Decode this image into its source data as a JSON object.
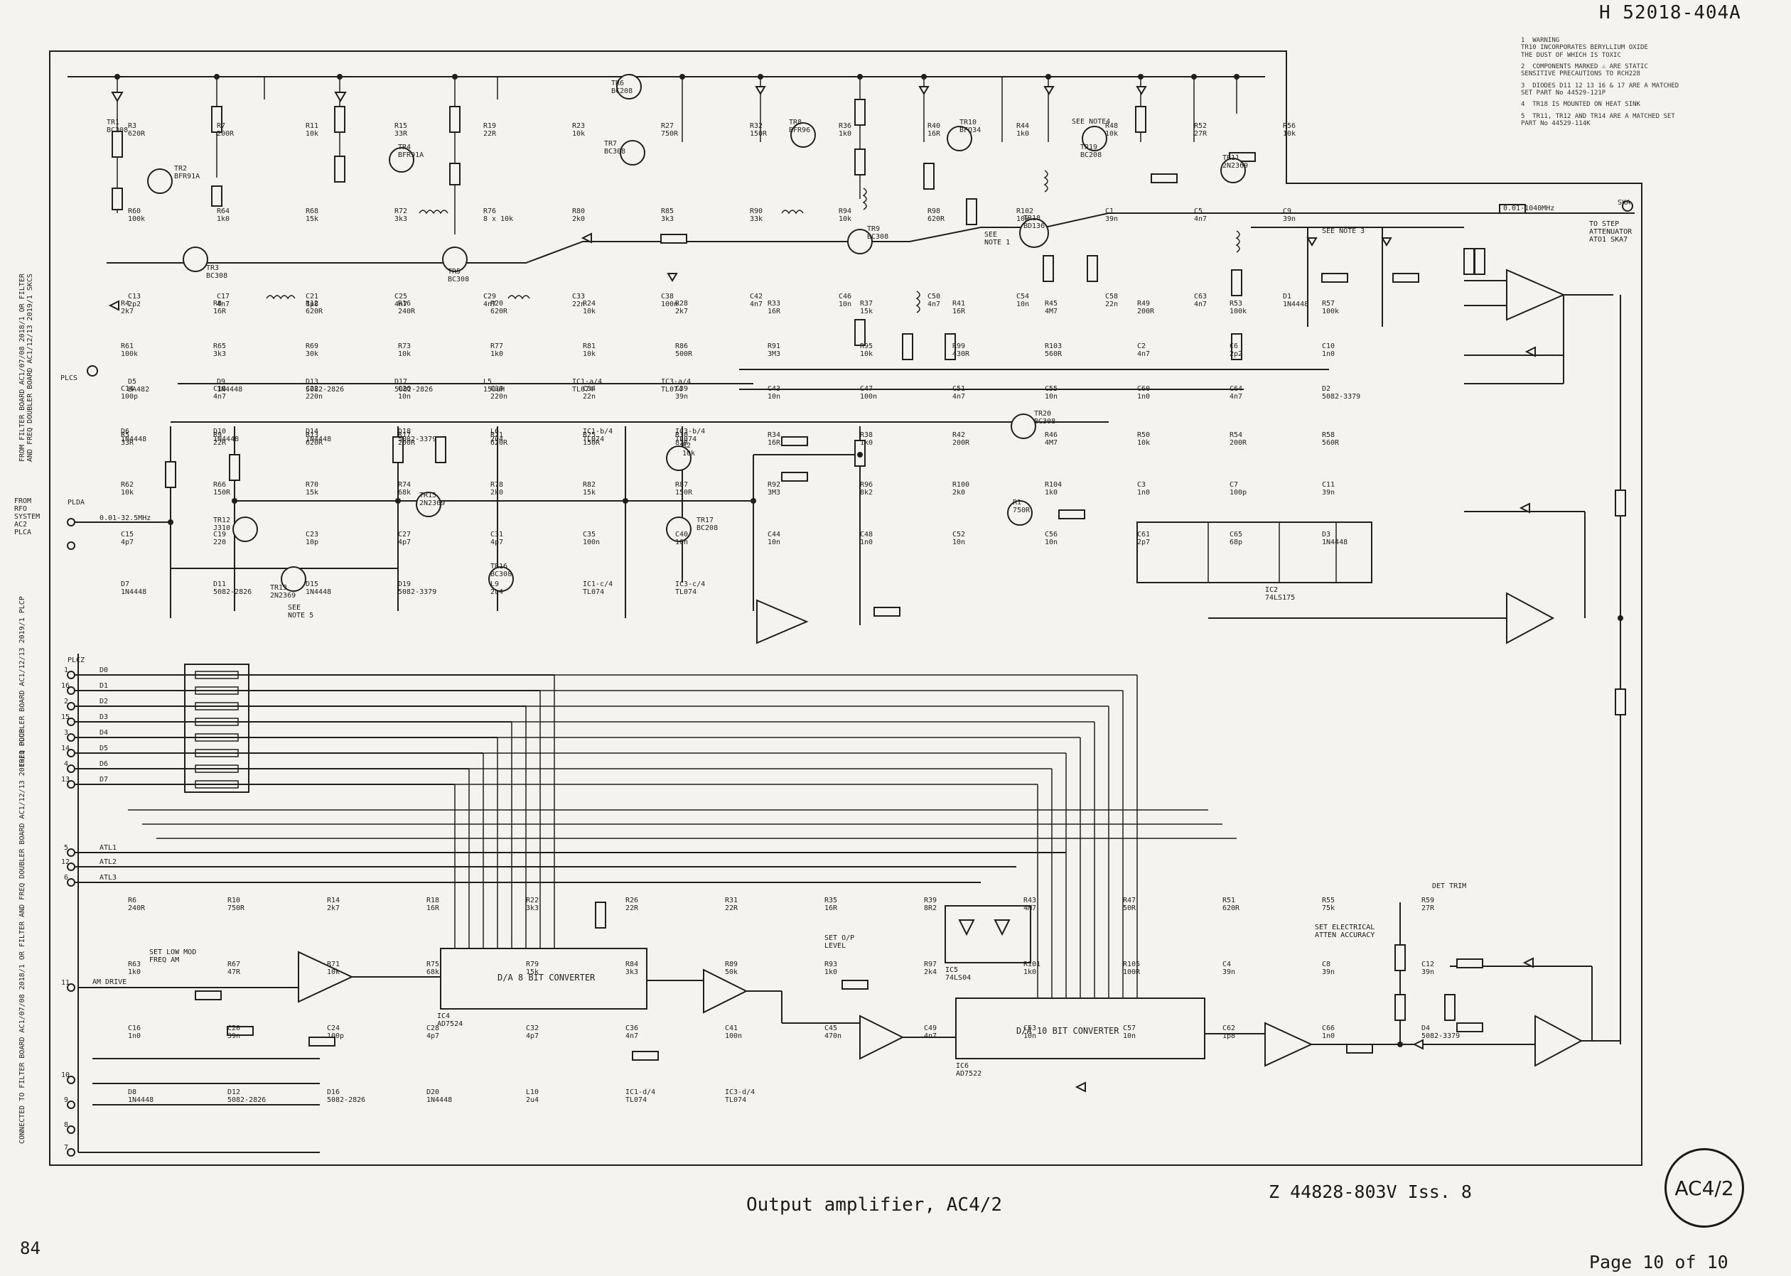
{
  "header": {
    "doc_number": "H 52018-404A"
  },
  "footer": {
    "caption": "Output amplifier, AC4/2",
    "drawing_ref": "Z 44828-803V Iss. 8",
    "page_number": "84",
    "page_of": "Page 10 of 10",
    "badge": "AC4/2"
  },
  "notes": [
    "1  WARNING\nTR10 INCORPORATES BERYLLIUM OXIDE\nTHE DUST OF WHICH IS TOXIC",
    "2  COMPONENTS MARKED ⚠ ARE STATIC\nSENSITIVE PRECAUTIONS TO RCH228",
    "3  DIODES D11 12 13 16 & 17 ARE A MATCHED\nSET PART No 44529-121P",
    "4  TR18 IS MOUNTED ON HEAT SINK",
    "5  TR11, TR12 AND TR14 ARE A MATCHED SET\nPART No 44529-114K"
  ],
  "side_labels": {
    "upper": "FROM FILTER BOARD AC1/07/08 2018/1 OR FILTER\nAND FREQ DOUBLER BOARD AC1/12/13 2019/1 SKCS",
    "rfo": "FROM\nRFO\nSYSTEM\nAC2\nPLCA",
    "plcz": "FREQ DOUBLER BOARD AC1/12/13 2019/1 PLCP",
    "lower": "CONNECTED TO FILTER BOARD AC1/07/08 2018/1 OR FILTER AND FREQ DOUBLER BOARD AC1/12/13 2019/1 PLCP"
  },
  "blocks": {
    "dac8": "D/A 8 BIT CONVERTER",
    "dac10": "D/A 10 BIT CONVERTER",
    "ic4": "IC4\nAD7524",
    "ic6": "IC6\nAD7522",
    "ic5": "IC5\n74LS04",
    "ic2": "IC2\n74LS175"
  },
  "terminals": {
    "plcz": "PLCZ",
    "plda": "PLDA",
    "plcs": "PLCS",
    "am_drive": "AM DRIVE",
    "sk_a": "SKA",
    "step_atten": "TO STEP\nATTENUATOR\nATO1 SKA7",
    "out_freq": "0.01-1040MHz",
    "in_freq": "0.01-32.5MHz",
    "data_lines": [
      "D0",
      "D1",
      "D2",
      "D3",
      "D4",
      "D5",
      "D6",
      "D7"
    ],
    "data_pins": [
      "1",
      "16",
      "2",
      "15",
      "3",
      "14",
      "4",
      "13"
    ],
    "atl_lines": [
      "ATL1",
      "ATL2",
      "ATL3"
    ],
    "atl_pins": [
      "5",
      "12",
      "6"
    ],
    "power_pins": [
      "11",
      "10",
      "9",
      "8",
      "7"
    ]
  },
  "annotations": {
    "set_low_mod": "SET LOW MOD\nFREQ AM",
    "set_dp_level": "SET O/P\nLEVEL",
    "set_elec_atten": "SET ELECTRICAL\nATTEN ACCURACY",
    "det_trim": "DET TRIM",
    "see_note_1": "SEE\nNOTE 1",
    "see_note_3": "SEE NOTE 3",
    "see_note_4": "SEE NOTE4",
    "see_note_5": "SEE\nNOTE 5"
  },
  "components": [
    {
      "ref": "TR1",
      "val": "BC308"
    },
    {
      "ref": "TR2",
      "val": "BFR91A"
    },
    {
      "ref": "TR3",
      "val": "BC308"
    },
    {
      "ref": "TR4",
      "val": "BFR91A"
    },
    {
      "ref": "TR5",
      "val": "BC308"
    },
    {
      "ref": "TR6",
      "val": "BC208"
    },
    {
      "ref": "TR7",
      "val": "BC308"
    },
    {
      "ref": "TR8",
      "val": "BFR96"
    },
    {
      "ref": "TR9",
      "val": "BC308"
    },
    {
      "ref": "TR10",
      "val": "BFQ34"
    },
    {
      "ref": "TR18",
      "val": "BD136"
    },
    {
      "ref": "TR19",
      "val": "BC208"
    },
    {
      "ref": "TR11",
      "val": "2N2369"
    },
    {
      "ref": "TR12",
      "val": "J310"
    },
    {
      "ref": "TR13",
      "val": "2N2369"
    },
    {
      "ref": "TR15",
      "val": "2N2369"
    },
    {
      "ref": "TR16",
      "val": "BC308"
    },
    {
      "ref": "TR17",
      "val": "BC208"
    },
    {
      "ref": "TR20",
      "val": "BC308"
    },
    {
      "ref": "R1",
      "val": "750R"
    },
    {
      "ref": "R2",
      "val": "10k"
    },
    {
      "ref": "R3",
      "val": "620R"
    },
    {
      "ref": "R4",
      "val": "2k7"
    },
    {
      "ref": "R5",
      "val": "33R"
    },
    {
      "ref": "R6",
      "val": "240R"
    },
    {
      "ref": "R7",
      "val": "200R"
    },
    {
      "ref": "R8",
      "val": "16R"
    },
    {
      "ref": "R9",
      "val": "22R"
    },
    {
      "ref": "R10",
      "val": "750R"
    },
    {
      "ref": "R11",
      "val": "10k"
    },
    {
      "ref": "R12",
      "val": "620R"
    },
    {
      "ref": "R13",
      "val": "620R"
    },
    {
      "ref": "R14",
      "val": "2k7"
    },
    {
      "ref": "R15",
      "val": "33R"
    },
    {
      "ref": "R16",
      "val": "240R"
    },
    {
      "ref": "R17",
      "val": "200R"
    },
    {
      "ref": "R18",
      "val": "16R"
    },
    {
      "ref": "R19",
      "val": "22R"
    },
    {
      "ref": "R20",
      "val": "620R"
    },
    {
      "ref": "R21",
      "val": "620R"
    },
    {
      "ref": "R22",
      "val": "3k3"
    },
    {
      "ref": "R23",
      "val": "10k"
    },
    {
      "ref": "R24",
      "val": "10k"
    },
    {
      "ref": "R25",
      "val": "150R"
    },
    {
      "ref": "R26",
      "val": "22R"
    },
    {
      "ref": "R27",
      "val": "750R"
    },
    {
      "ref": "R28",
      "val": "2k7"
    },
    {
      "ref": "R30",
      "val": "82R"
    },
    {
      "ref": "R31",
      "val": "22R"
    },
    {
      "ref": "R32",
      "val": "150R"
    },
    {
      "ref": "R33",
      "val": "16R"
    },
    {
      "ref": "R34",
      "val": "16R"
    },
    {
      "ref": "R35",
      "val": "16R"
    },
    {
      "ref": "R36",
      "val": "1k0"
    },
    {
      "ref": "R37",
      "val": "15k"
    },
    {
      "ref": "R38",
      "val": "1k0"
    },
    {
      "ref": "R39",
      "val": "8R2"
    },
    {
      "ref": "R40",
      "val": "16R"
    },
    {
      "ref": "R41",
      "val": "16R"
    },
    {
      "ref": "R42",
      "val": "200R"
    },
    {
      "ref": "R43",
      "val": "4M7"
    },
    {
      "ref": "R44",
      "val": "1k0"
    },
    {
      "ref": "R45",
      "val": "4M7"
    },
    {
      "ref": "R46",
      "val": "4M7"
    },
    {
      "ref": "R47",
      "val": "50R"
    },
    {
      "ref": "R48",
      "val": "10k"
    },
    {
      "ref": "R49",
      "val": "200R"
    },
    {
      "ref": "R50",
      "val": "10k"
    },
    {
      "ref": "R51",
      "val": "620R"
    },
    {
      "ref": "R52",
      "val": "27R"
    },
    {
      "ref": "R53",
      "val": "100k"
    },
    {
      "ref": "R54",
      "val": "200R"
    },
    {
      "ref": "R55",
      "val": "75k"
    },
    {
      "ref": "R56",
      "val": "10k"
    },
    {
      "ref": "R57",
      "val": "100k"
    },
    {
      "ref": "R58",
      "val": "560R"
    },
    {
      "ref": "R59",
      "val": "27R"
    },
    {
      "ref": "R60",
      "val": "100k"
    },
    {
      "ref": "R61",
      "val": "100k"
    },
    {
      "ref": "R62",
      "val": "10k"
    },
    {
      "ref": "R63",
      "val": "1k0"
    },
    {
      "ref": "R64",
      "val": "1k0"
    },
    {
      "ref": "R65",
      "val": "3k3"
    },
    {
      "ref": "R66",
      "val": "150R"
    },
    {
      "ref": "R67",
      "val": "47R"
    },
    {
      "ref": "R68",
      "val": "15k"
    },
    {
      "ref": "R69",
      "val": "30k"
    },
    {
      "ref": "R70",
      "val": "15k"
    },
    {
      "ref": "R71",
      "val": "10k"
    },
    {
      "ref": "R72",
      "val": "3k3"
    },
    {
      "ref": "R73",
      "val": "10k"
    },
    {
      "ref": "R74",
      "val": "68k"
    },
    {
      "ref": "R75",
      "val": "68k"
    },
    {
      "ref": "R76",
      "val": "8 x 10k"
    },
    {
      "ref": "R77",
      "val": "1k0"
    },
    {
      "ref": "R78",
      "val": "2k0"
    },
    {
      "ref": "R79",
      "val": "15k"
    },
    {
      "ref": "R80",
      "val": "2k0"
    },
    {
      "ref": "R81",
      "val": "10k"
    },
    {
      "ref": "R82",
      "val": "15k"
    },
    {
      "ref": "R84",
      "val": "3k3"
    },
    {
      "ref": "R85",
      "val": "3k3"
    },
    {
      "ref": "R86",
      "val": "500R"
    },
    {
      "ref": "R87",
      "val": "150R"
    },
    {
      "ref": "R89",
      "val": "50k"
    },
    {
      "ref": "R90",
      "val": "33k"
    },
    {
      "ref": "R91",
      "val": "3M3"
    },
    {
      "ref": "R92",
      "val": "3M3"
    },
    {
      "ref": "R93",
      "val": "1k0"
    },
    {
      "ref": "R94",
      "val": "10k"
    },
    {
      "ref": "R95",
      "val": "10k"
    },
    {
      "ref": "R96",
      "val": "8k2"
    },
    {
      "ref": "R97",
      "val": "2k4"
    },
    {
      "ref": "R98",
      "val": "620R"
    },
    {
      "ref": "R99",
      "val": "430R"
    },
    {
      "ref": "R100",
      "val": "2k0"
    },
    {
      "ref": "R101",
      "val": "1k0"
    },
    {
      "ref": "R102",
      "val": "10k"
    },
    {
      "ref": "R103",
      "val": "560R"
    },
    {
      "ref": "R104",
      "val": "1k0"
    },
    {
      "ref": "R105",
      "val": "100R"
    },
    {
      "ref": "C1",
      "val": "39n"
    },
    {
      "ref": "C2",
      "val": "4n7"
    },
    {
      "ref": "C3",
      "val": "1n0"
    },
    {
      "ref": "C4",
      "val": "39n"
    },
    {
      "ref": "C5",
      "val": "4n7"
    },
    {
      "ref": "C6",
      "val": "2p2"
    },
    {
      "ref": "C7",
      "val": "100p"
    },
    {
      "ref": "C8",
      "val": "39n"
    },
    {
      "ref": "C9",
      "val": "39n"
    },
    {
      "ref": "C10",
      "val": "1n0"
    },
    {
      "ref": "C11",
      "val": "39n"
    },
    {
      "ref": "C12",
      "val": "39n"
    },
    {
      "ref": "C13",
      "val": "2p2"
    },
    {
      "ref": "C14",
      "val": "100p"
    },
    {
      "ref": "C15",
      "val": "4p7"
    },
    {
      "ref": "C16",
      "val": "1n0"
    },
    {
      "ref": "C17",
      "val": "4n7"
    },
    {
      "ref": "C18",
      "val": "4n7"
    },
    {
      "ref": "C19",
      "val": "220"
    },
    {
      "ref": "C20",
      "val": "39n"
    },
    {
      "ref": "C21",
      "val": "1p8"
    },
    {
      "ref": "C22",
      "val": "220n"
    },
    {
      "ref": "C23",
      "val": "10p"
    },
    {
      "ref": "C24",
      "val": "100p"
    },
    {
      "ref": "C25",
      "val": "4n7"
    },
    {
      "ref": "C26",
      "val": "10n"
    },
    {
      "ref": "C27",
      "val": "4p7"
    },
    {
      "ref": "C28",
      "val": "4p7"
    },
    {
      "ref": "C29",
      "val": "4n7"
    },
    {
      "ref": "C30",
      "val": "220n"
    },
    {
      "ref": "C31",
      "val": "4p7"
    },
    {
      "ref": "C32",
      "val": "4p7"
    },
    {
      "ref": "C33",
      "val": "22n"
    },
    {
      "ref": "C34",
      "val": "22n"
    },
    {
      "ref": "C35",
      "val": "100n"
    },
    {
      "ref": "C36",
      "val": "4n7"
    },
    {
      "ref": "C38",
      "val": "100n"
    },
    {
      "ref": "C39",
      "val": "39n"
    },
    {
      "ref": "C40",
      "val": "10n"
    },
    {
      "ref": "C41",
      "val": "100n"
    },
    {
      "ref": "C42",
      "val": "4n7"
    },
    {
      "ref": "C43",
      "val": "10n"
    },
    {
      "ref": "C44",
      "val": "10n"
    },
    {
      "ref": "C45",
      "val": "470n"
    },
    {
      "ref": "C46",
      "val": "10n"
    },
    {
      "ref": "C47",
      "val": "100n"
    },
    {
      "ref": "C48",
      "val": "1n0"
    },
    {
      "ref": "C49",
      "val": "4n7"
    },
    {
      "ref": "C50",
      "val": "4n7"
    },
    {
      "ref": "C51",
      "val": "4n7"
    },
    {
      "ref": "C52",
      "val": "10n"
    },
    {
      "ref": "C53",
      "val": "10n"
    },
    {
      "ref": "C54",
      "val": "10n"
    },
    {
      "ref": "C55",
      "val": "10n"
    },
    {
      "ref": "C56",
      "val": "10n"
    },
    {
      "ref": "C57",
      "val": "10n"
    },
    {
      "ref": "C58",
      "val": "22n"
    },
    {
      "ref": "C60",
      "val": "1n0"
    },
    {
      "ref": "C61",
      "val": "2p7"
    },
    {
      "ref": "C62",
      "val": "1p8"
    },
    {
      "ref": "C63",
      "val": "4n7"
    },
    {
      "ref": "C64",
      "val": "4n7"
    },
    {
      "ref": "C65",
      "val": "68p"
    },
    {
      "ref": "C66",
      "val": "1n0"
    },
    {
      "ref": "D1",
      "val": "1N4448"
    },
    {
      "ref": "D2",
      "val": "5082-3379"
    },
    {
      "ref": "D3",
      "val": "1N4448"
    },
    {
      "ref": "D4",
      "val": "5082-3379"
    },
    {
      "ref": "D5",
      "val": "BA482"
    },
    {
      "ref": "D6",
      "val": "1N4448"
    },
    {
      "ref": "D7",
      "val": "1N4448"
    },
    {
      "ref": "D8",
      "val": "1N4448"
    },
    {
      "ref": "D9",
      "val": "1N4448"
    },
    {
      "ref": "D10",
      "val": "1N4448"
    },
    {
      "ref": "D11",
      "val": "5082-2826"
    },
    {
      "ref": "D12",
      "val": "5082-2826"
    },
    {
      "ref": "D13",
      "val": "5082-2826"
    },
    {
      "ref": "D14",
      "val": "1N4448"
    },
    {
      "ref": "D15",
      "val": "1N4448"
    },
    {
      "ref": "D16",
      "val": "5082-2826"
    },
    {
      "ref": "D17",
      "val": "5082-2826"
    },
    {
      "ref": "D18",
      "val": "5082-3379"
    },
    {
      "ref": "D19",
      "val": "5082-3379"
    },
    {
      "ref": "D20",
      "val": "1N4448"
    },
    {
      "ref": "L5",
      "val": "150uH"
    },
    {
      "ref": "L6",
      "val": "2u4"
    },
    {
      "ref": "L9",
      "val": "2u4"
    },
    {
      "ref": "L10",
      "val": "2u4"
    },
    {
      "ref": "IC1-a/4",
      "val": "TL074"
    },
    {
      "ref": "IC1-b/4",
      "val": "TL074"
    },
    {
      "ref": "IC1-c/4",
      "val": "TL074"
    },
    {
      "ref": "IC1-d/4",
      "val": "TL074"
    },
    {
      "ref": "IC3-a/4",
      "val": "TL074"
    },
    {
      "ref": "IC3-b/4",
      "val": "TL074"
    },
    {
      "ref": "IC3-c/4",
      "val": "TL074"
    },
    {
      "ref": "IC3-d/4",
      "val": "TL074"
    }
  ]
}
